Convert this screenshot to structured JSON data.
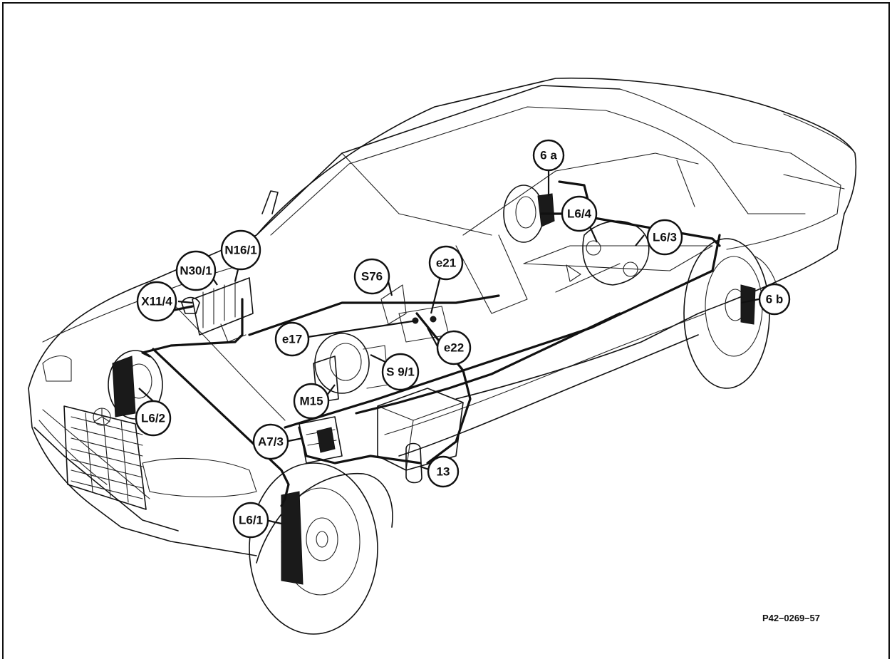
{
  "diagram": {
    "reference_code": "P42–0269–57",
    "callouts": [
      {
        "id": "6a",
        "label": "6 a"
      },
      {
        "id": "6b",
        "label": "6 b"
      },
      {
        "id": "L6-4",
        "label": "L6/4"
      },
      {
        "id": "L6-3",
        "label": "L6/3"
      },
      {
        "id": "N30-1",
        "label": "N30/1"
      },
      {
        "id": "N16-1",
        "label": "N16/1"
      },
      {
        "id": "S76",
        "label": "S76"
      },
      {
        "id": "e21",
        "label": "e21"
      },
      {
        "id": "X11-4",
        "label": "X11/4"
      },
      {
        "id": "e17",
        "label": "e17"
      },
      {
        "id": "e22",
        "label": "e22"
      },
      {
        "id": "S9-1",
        "label": "S 9/1"
      },
      {
        "id": "M15",
        "label": "M15"
      },
      {
        "id": "L6-2",
        "label": "L6/2"
      },
      {
        "id": "A7-3",
        "label": "A7/3"
      },
      {
        "id": "13",
        "label": "13"
      },
      {
        "id": "L6-1",
        "label": "L6/1"
      }
    ]
  }
}
